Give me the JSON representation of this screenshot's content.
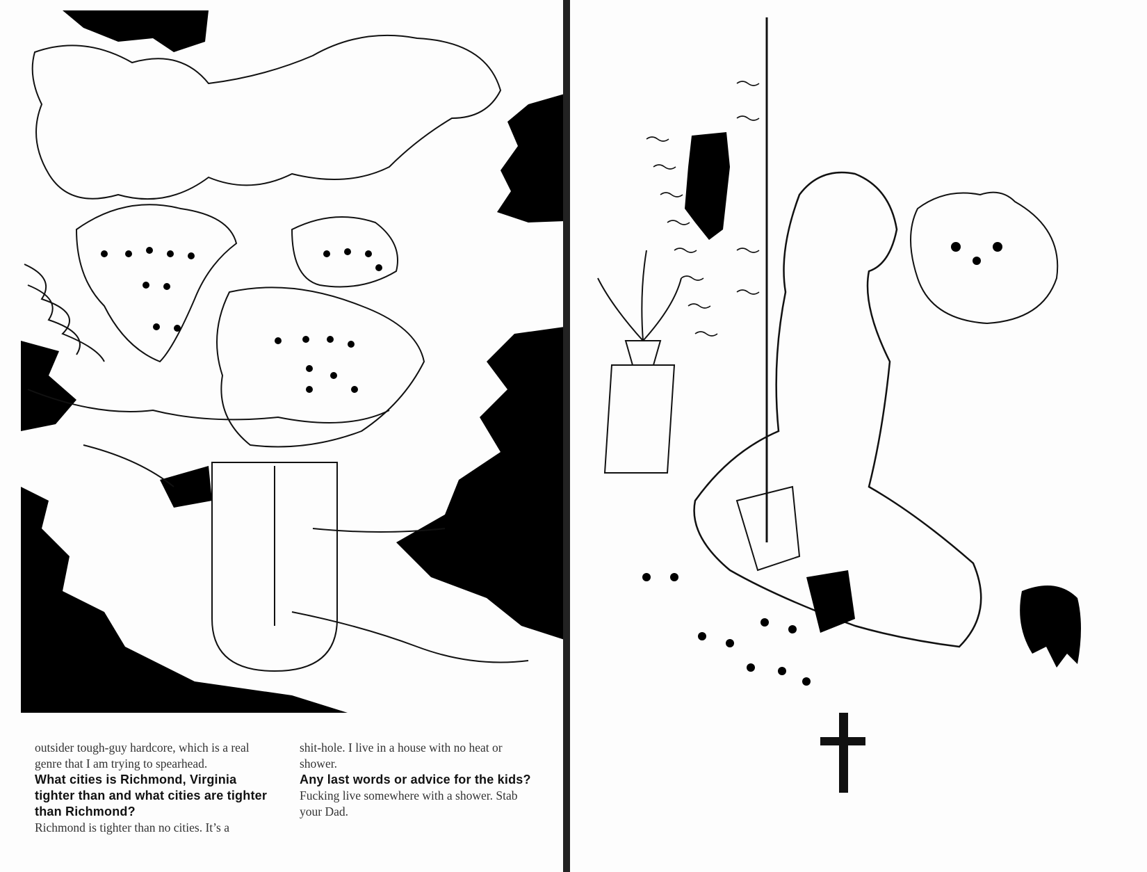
{
  "left_page": {
    "column_1": {
      "answer_tail": "outsider tough-guy hardcore, which is a real genre that I am trying to spearhead.",
      "question": "What cities is Richmond, Virginia tighter than and what cities are tighter than Richmond?",
      "answer": "Richmond is tighter than no cities. It’s a"
    },
    "column_2": {
      "answer_tail": "shit-hole. I live in a house with no heat or shower.",
      "question": "Any last words or advice for the kids?",
      "answer": "Fucking live somewhere with a shower. Stab your Dad."
    }
  }
}
